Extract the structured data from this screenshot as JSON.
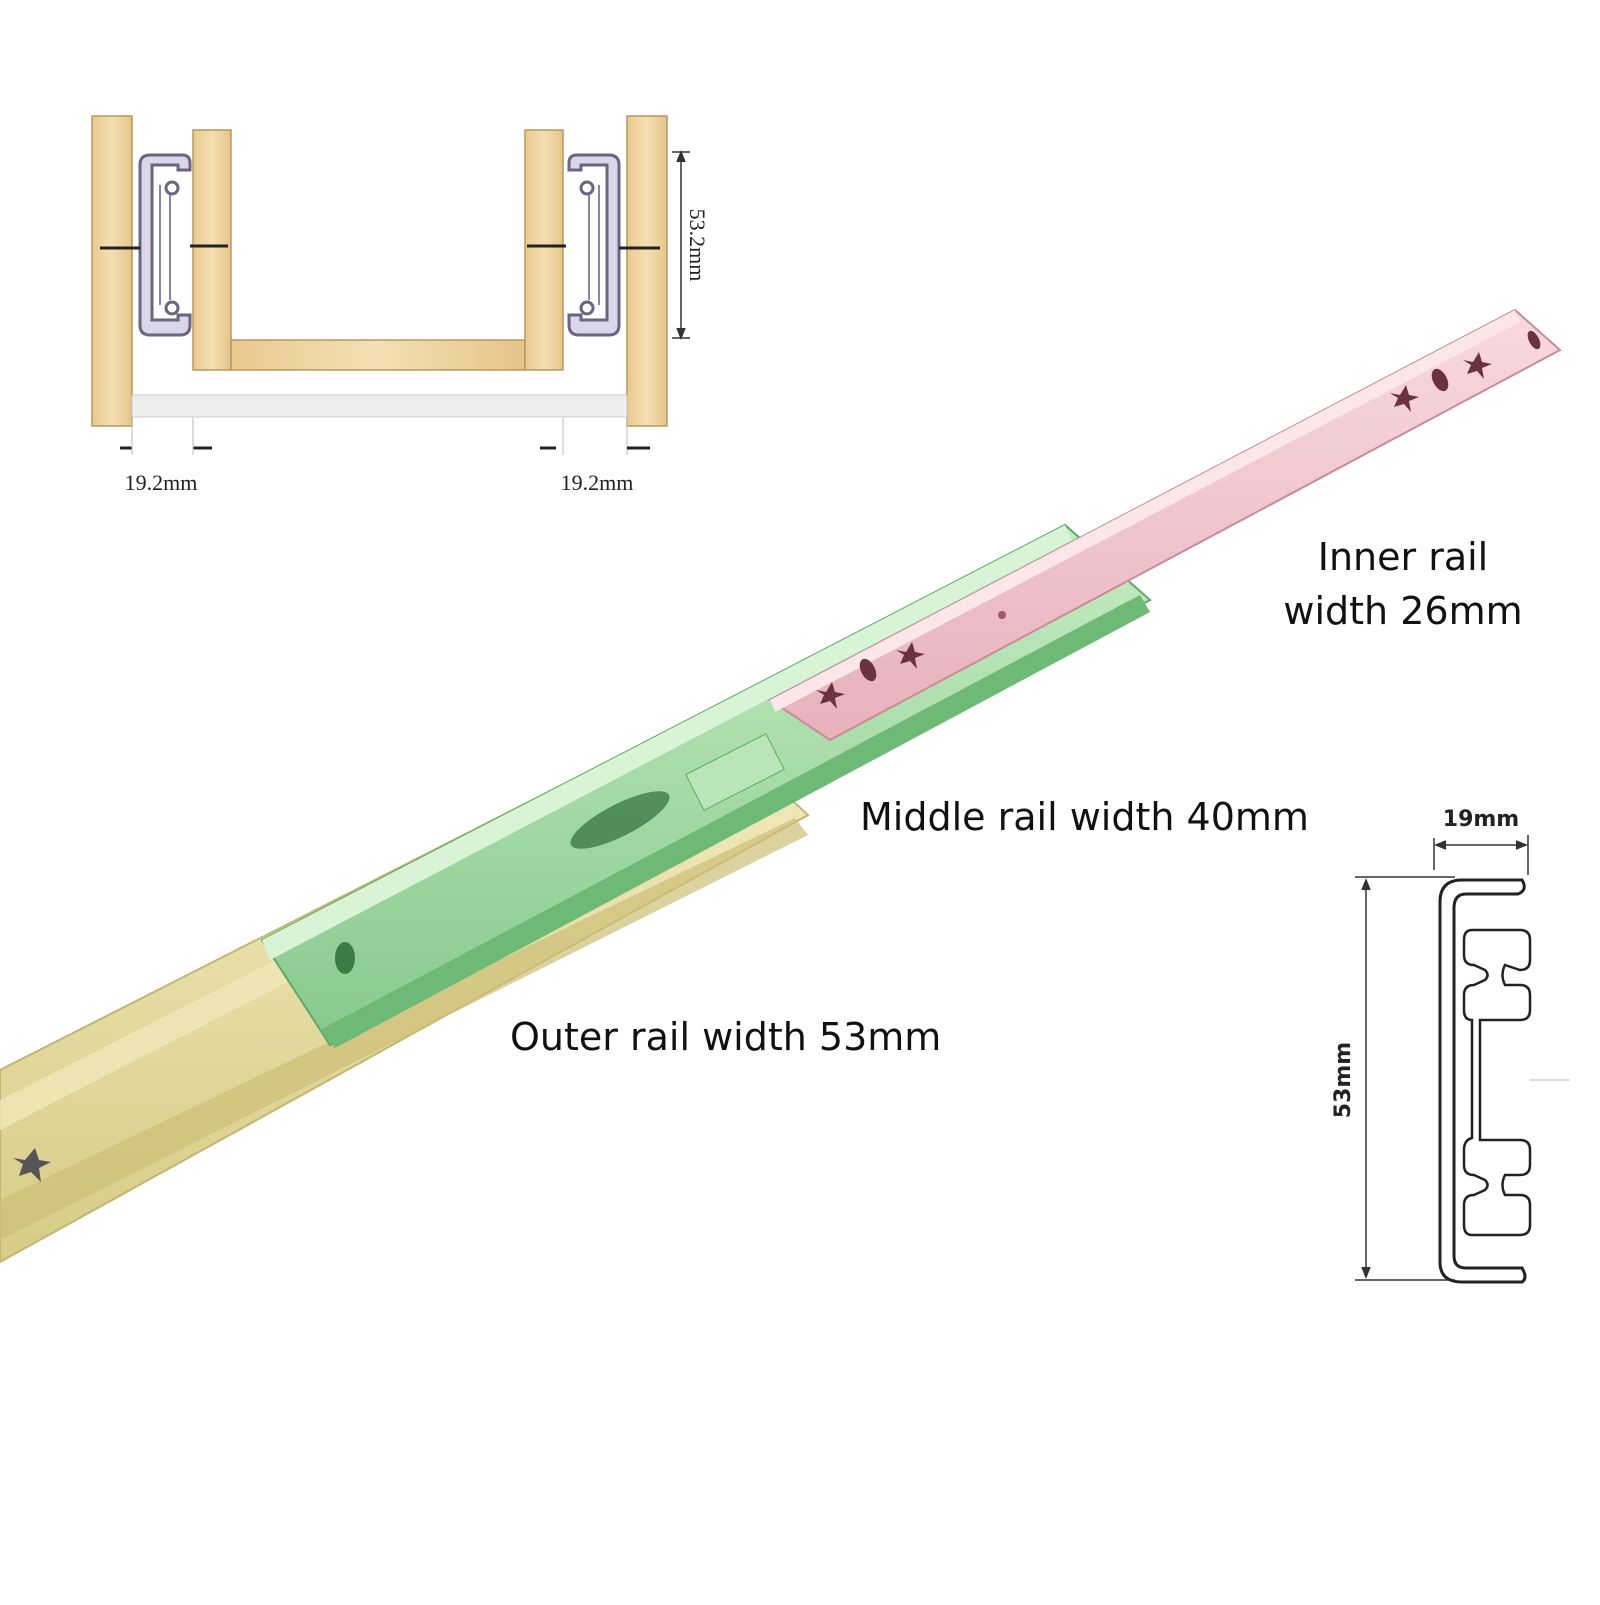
{
  "cabinet_diagram": {
    "height_dim": "53.2mm",
    "left_gap_dim": "19.2mm",
    "right_gap_dim": "19.2mm"
  },
  "callouts": {
    "inner_line1": "Inner rail",
    "inner_line2": "width 26mm",
    "middle": "Middle rail width 40mm",
    "outer": "Outer rail width 53mm"
  },
  "profile_diagram": {
    "width_dim": "19mm",
    "height_dim": "53mm"
  },
  "colors": {
    "wood": "#f2d7a6",
    "outer_rail": "#e6dda4",
    "middle_rail": "#9fd9a3",
    "inner_rail": "#f2c4cd"
  }
}
